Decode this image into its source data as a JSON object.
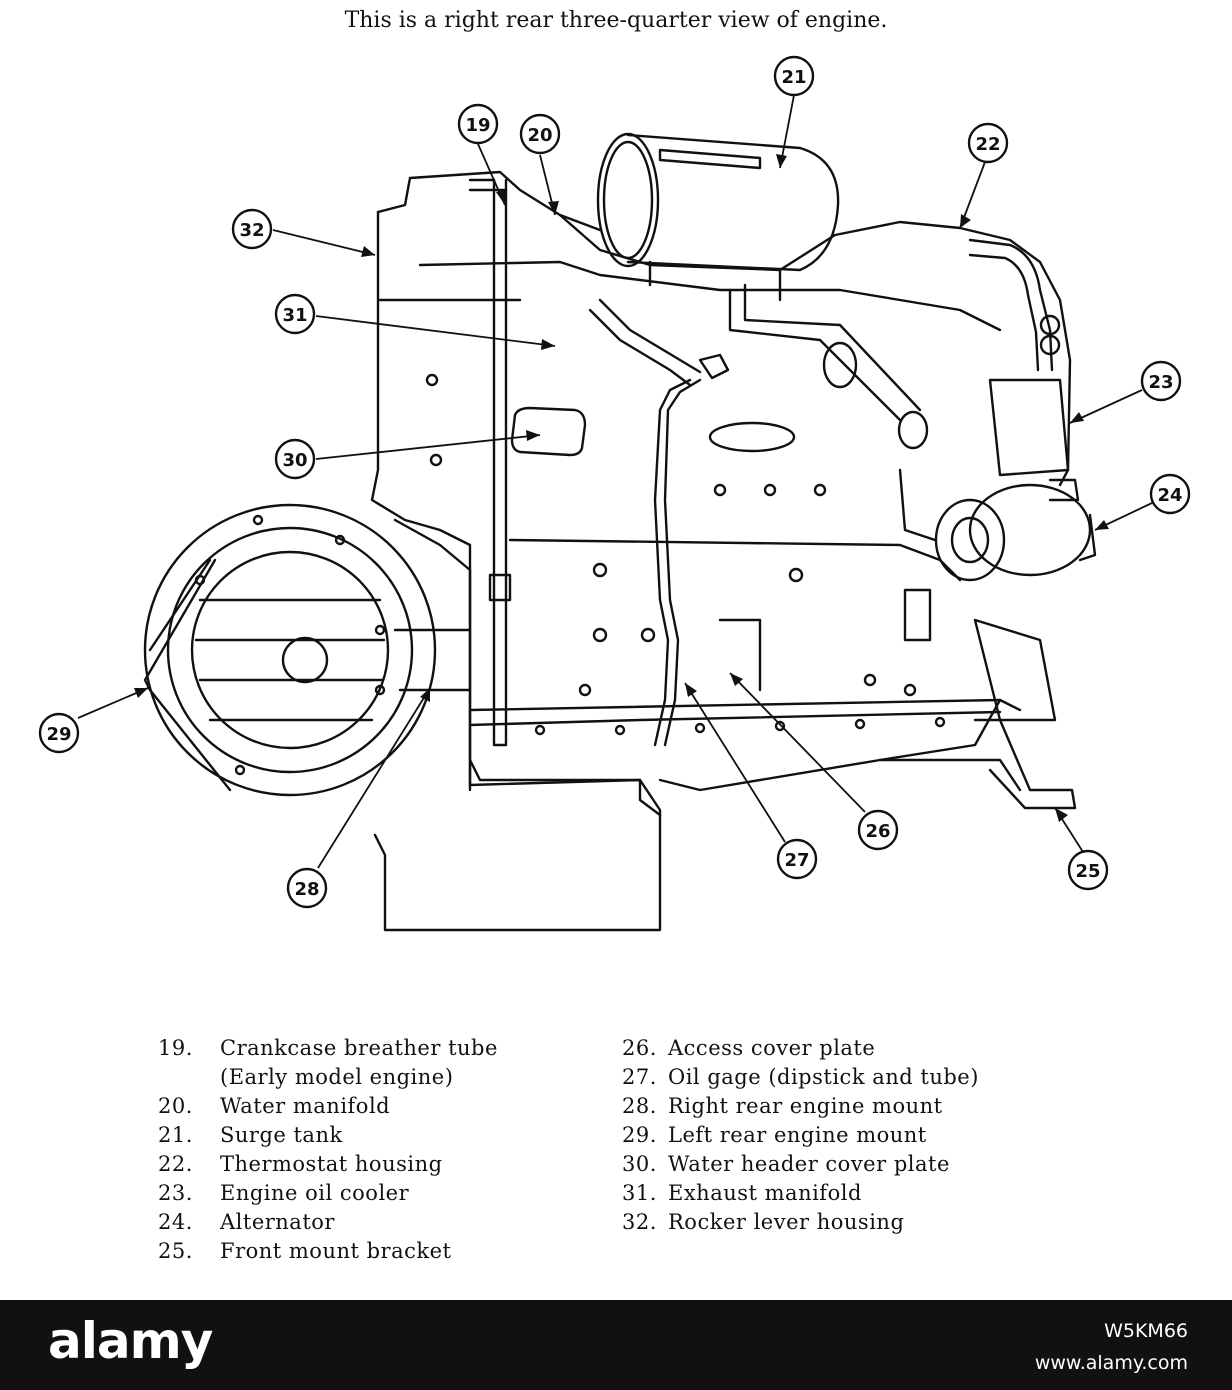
{
  "caption": "This is a right rear three-quarter view of engine.",
  "callouts": [
    {
      "num": "19"
    },
    {
      "num": "20"
    },
    {
      "num": "21"
    },
    {
      "num": "22"
    },
    {
      "num": "23"
    },
    {
      "num": "24"
    },
    {
      "num": "25"
    },
    {
      "num": "26"
    },
    {
      "num": "27"
    },
    {
      "num": "28"
    },
    {
      "num": "29"
    },
    {
      "num": "30"
    },
    {
      "num": "31"
    },
    {
      "num": "32"
    }
  ],
  "legend": {
    "col1": [
      {
        "num": "19.",
        "text": "Crankcase breather tube",
        "cont": "(Early model engine)"
      },
      {
        "num": "20.",
        "text": "Water manifold"
      },
      {
        "num": "21.",
        "text": "Surge tank"
      },
      {
        "num": "22.",
        "text": "Thermostat housing"
      },
      {
        "num": "23.",
        "text": "Engine oil cooler"
      },
      {
        "num": "24.",
        "text": "Alternator"
      },
      {
        "num": "25.",
        "text": "Front mount bracket"
      }
    ],
    "col2": [
      {
        "num": "26.",
        "text": "Access cover plate"
      },
      {
        "num": "27.",
        "text": "Oil gage (dipstick and tube)"
      },
      {
        "num": "28.",
        "text": "Right rear engine mount"
      },
      {
        "num": "29.",
        "text": "Left rear engine mount"
      },
      {
        "num": "30.",
        "text": "Water header cover plate"
      },
      {
        "num": "31.",
        "text": "Exhaust manifold"
      },
      {
        "num": "32.",
        "text": "Rocker lever housing"
      }
    ]
  },
  "footer": {
    "logo": "alamy",
    "image_id": "W5KM66",
    "site": "www.alamy.com"
  }
}
